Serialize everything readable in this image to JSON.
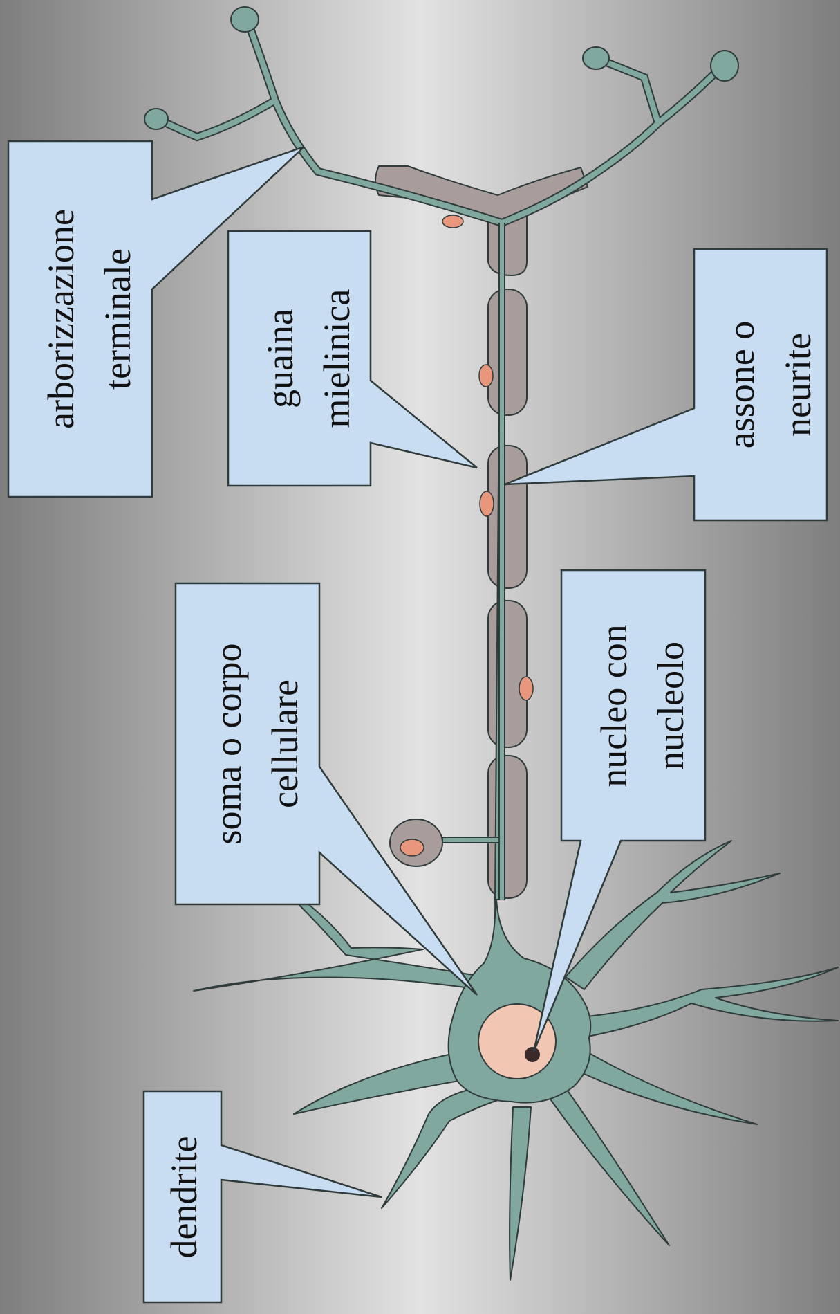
{
  "labels": {
    "arborizzazione": [
      "arborizzazione",
      "terminale"
    ],
    "guaina": [
      "guaina",
      "mielinica"
    ],
    "assone": [
      "assone o",
      "neurite"
    ],
    "soma": [
      "soma o corpo",
      "cellulare"
    ],
    "nucleo": [
      "nucleo con",
      "nucleolo"
    ],
    "dendrite": [
      "dendrite"
    ]
  },
  "colors": {
    "background_center": "#e2e2e2",
    "background_edge": "#7e7e7e",
    "cell_body": "#80a89e",
    "myelin": "#a89d9b",
    "nucleus": "#f1c6b2",
    "schwann_nucleus": "#e8977d",
    "nucleolus": "#3a2a2a",
    "callout_fill": "#c8dcf2",
    "outline": "#2f3a3a"
  }
}
